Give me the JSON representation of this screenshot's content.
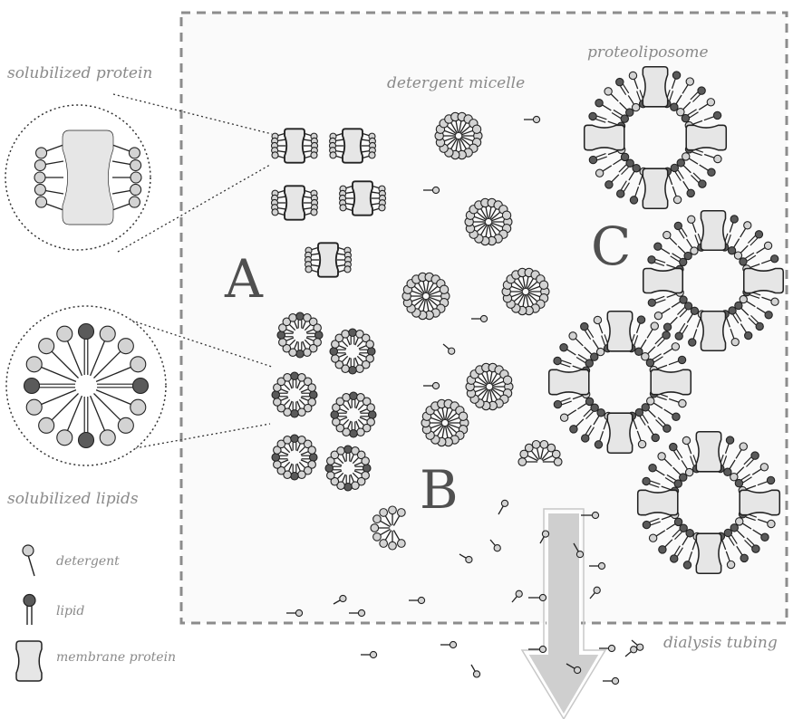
{
  "labels": {
    "solubilized_protein": "solubilized protein",
    "solubilized_lipids": "solubilized lipids",
    "detergent_micelle": "detergent micelle",
    "proteoliposome": "proteoliposome",
    "dialysis_tubing": "dialysis tubing"
  },
  "stages": {
    "a": "A",
    "b": "B",
    "c": "C"
  },
  "legend": [
    {
      "label": "detergent",
      "icon": "detergent-icon"
    },
    {
      "label": "lipid",
      "icon": "lipid-icon"
    },
    {
      "label": "membrane protein",
      "icon": "membrane-protein-icon"
    }
  ],
  "colors": {
    "detergent_head": "#d3d3d3",
    "lipid_head": "#5a5a5a",
    "protein_fill": "#e6e6e6",
    "tubing_border": "#8c8c8c",
    "arrow_fill": "#cfcfcf",
    "stroke": "#222222"
  }
}
